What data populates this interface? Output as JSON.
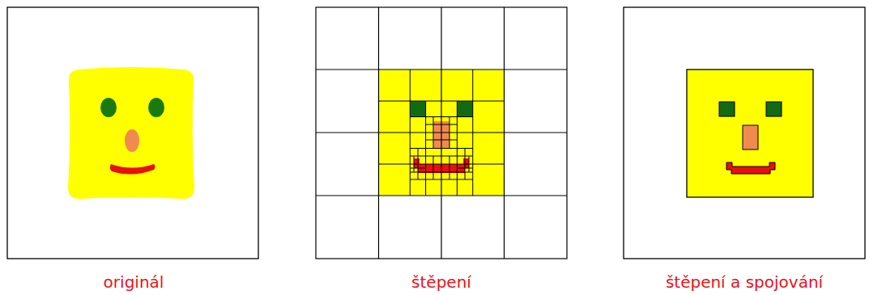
{
  "diagram": {
    "labels": [
      "originál",
      "štěpení",
      "štěpení a spojování"
    ]
  }
}
